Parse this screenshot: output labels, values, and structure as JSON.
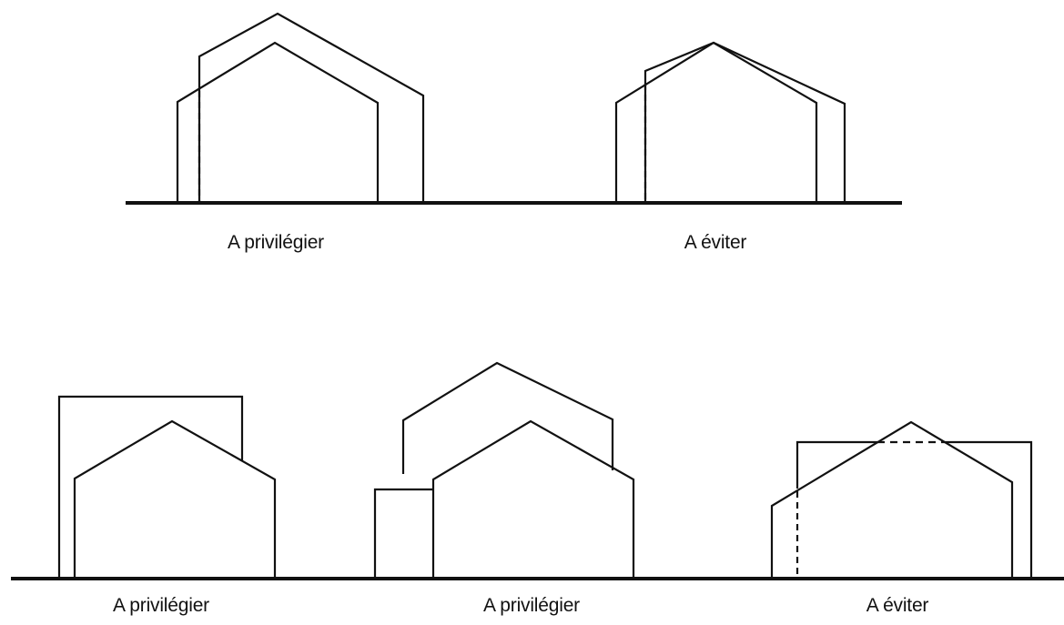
{
  "colors": {
    "line": "#111111",
    "background": "#ffffff"
  },
  "top": {
    "left_caption": "A privilégier",
    "right_caption": "A éviter"
  },
  "bottom": {
    "left_caption": "A privilégier",
    "middle_caption": "A privilégier",
    "right_caption": "A éviter"
  }
}
